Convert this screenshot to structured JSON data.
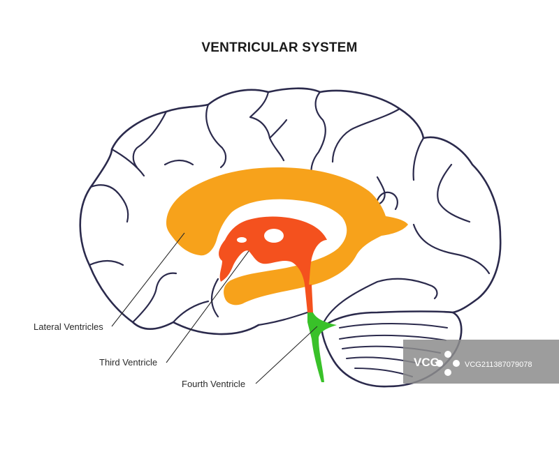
{
  "title": "VENTRICULAR SYSTEM",
  "labels": {
    "lateral": "Lateral Ventricles",
    "third": "Third Ventricle",
    "fourth": "Fourth Ventricle"
  },
  "colors": {
    "outline": "#2b2a4c",
    "lateral_ventricles": "#f7a21b",
    "third_ventricle": "#f4511e",
    "fourth_ventricle": "#39c129",
    "watermark_bg": "#8c8c8c"
  },
  "watermark": {
    "logo": "VCG",
    "id": "VCG211387079078"
  }
}
